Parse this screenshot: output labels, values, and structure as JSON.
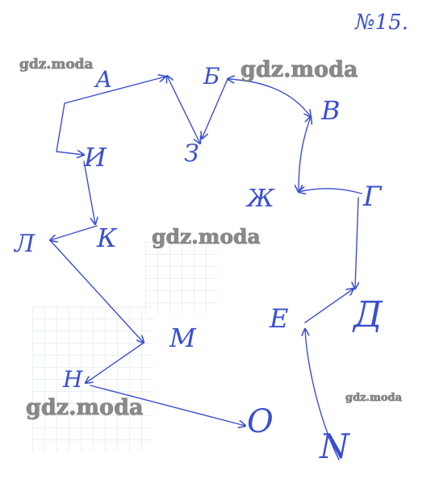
{
  "title": "№15.",
  "watermark": "gdz.moda",
  "ink_color": "#3a4fcf",
  "nodes": [
    {
      "id": "A",
      "label": "А"
    },
    {
      "id": "B",
      "label": "Б"
    },
    {
      "id": "V",
      "label": "В"
    },
    {
      "id": "G",
      "label": "Г"
    },
    {
      "id": "D",
      "label": "Д"
    },
    {
      "id": "E",
      "label": "Е"
    },
    {
      "id": "Zh",
      "label": "Ж"
    },
    {
      "id": "Z",
      "label": "З"
    },
    {
      "id": "I",
      "label": "И"
    },
    {
      "id": "K",
      "label": "К"
    },
    {
      "id": "L",
      "label": "Л"
    },
    {
      "id": "M",
      "label": "М"
    },
    {
      "id": "N",
      "label": "Н"
    },
    {
      "id": "O",
      "label": "О"
    },
    {
      "id": "start",
      "label": "N"
    }
  ],
  "edges": [
    [
      "start",
      "E"
    ],
    [
      "E",
      "D"
    ],
    [
      "G",
      "Zh"
    ],
    [
      "V",
      "B"
    ],
    [
      "B",
      "Z"
    ],
    [
      "Z",
      "A"
    ],
    [
      "A",
      "I"
    ],
    [
      "I",
      "K"
    ],
    [
      "K",
      "L"
    ],
    [
      "L",
      "M"
    ],
    [
      "M",
      "N"
    ],
    [
      "N",
      "O"
    ],
    [
      "V",
      "Zh"
    ],
    [
      "G",
      "D"
    ]
  ]
}
